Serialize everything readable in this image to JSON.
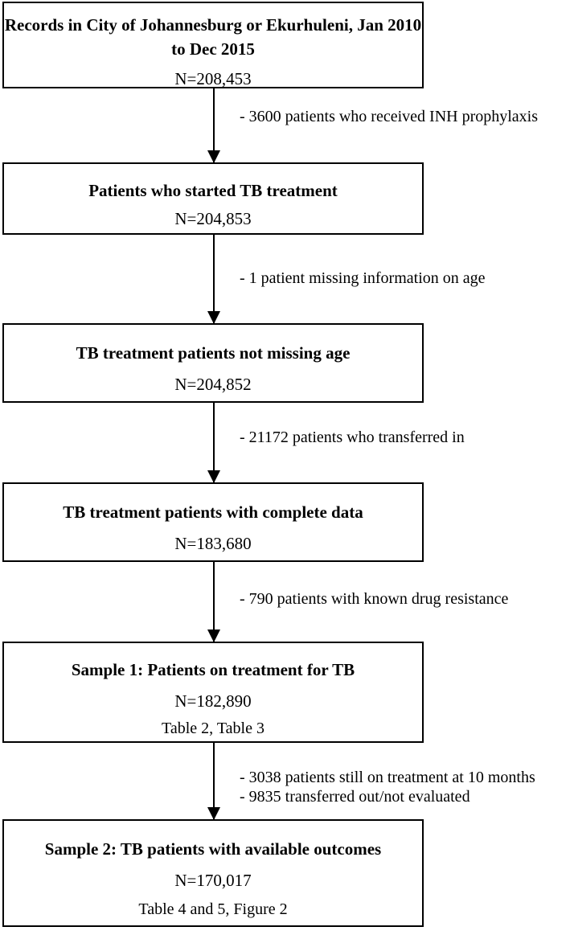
{
  "boxes": [
    {
      "title": "Records in City of Johannesburg or Ekurhuleni, Jan 2010 to Dec 2015",
      "count": "N=208,453"
    },
    {
      "title": "Patients who started TB treatment",
      "count": "N=204,853"
    },
    {
      "title": "TB treatment patients not missing age",
      "count": "N=204,852"
    },
    {
      "title": "TB treatment patients with complete data",
      "count": "N=183,680"
    },
    {
      "title": "Sample 1: Patients on treatment for TB",
      "count": "N=182,890",
      "note": "Table 2, Table 3"
    },
    {
      "title": "Sample 2: TB patients with available outcomes",
      "count": "N=170,017",
      "note": "Table 4 and 5, Figure 2"
    }
  ],
  "exclusions": [
    [
      "- 3600 patients who received INH prophylaxis"
    ],
    [
      "- 1 patient missing information on age"
    ],
    [
      "- 21172 patients who transferred in"
    ],
    [
      "- 790 patients with known drug resistance"
    ],
    [
      "-  3038 patients still on treatment at 10 months",
      "-  9835 transferred out/not evaluated"
    ]
  ]
}
